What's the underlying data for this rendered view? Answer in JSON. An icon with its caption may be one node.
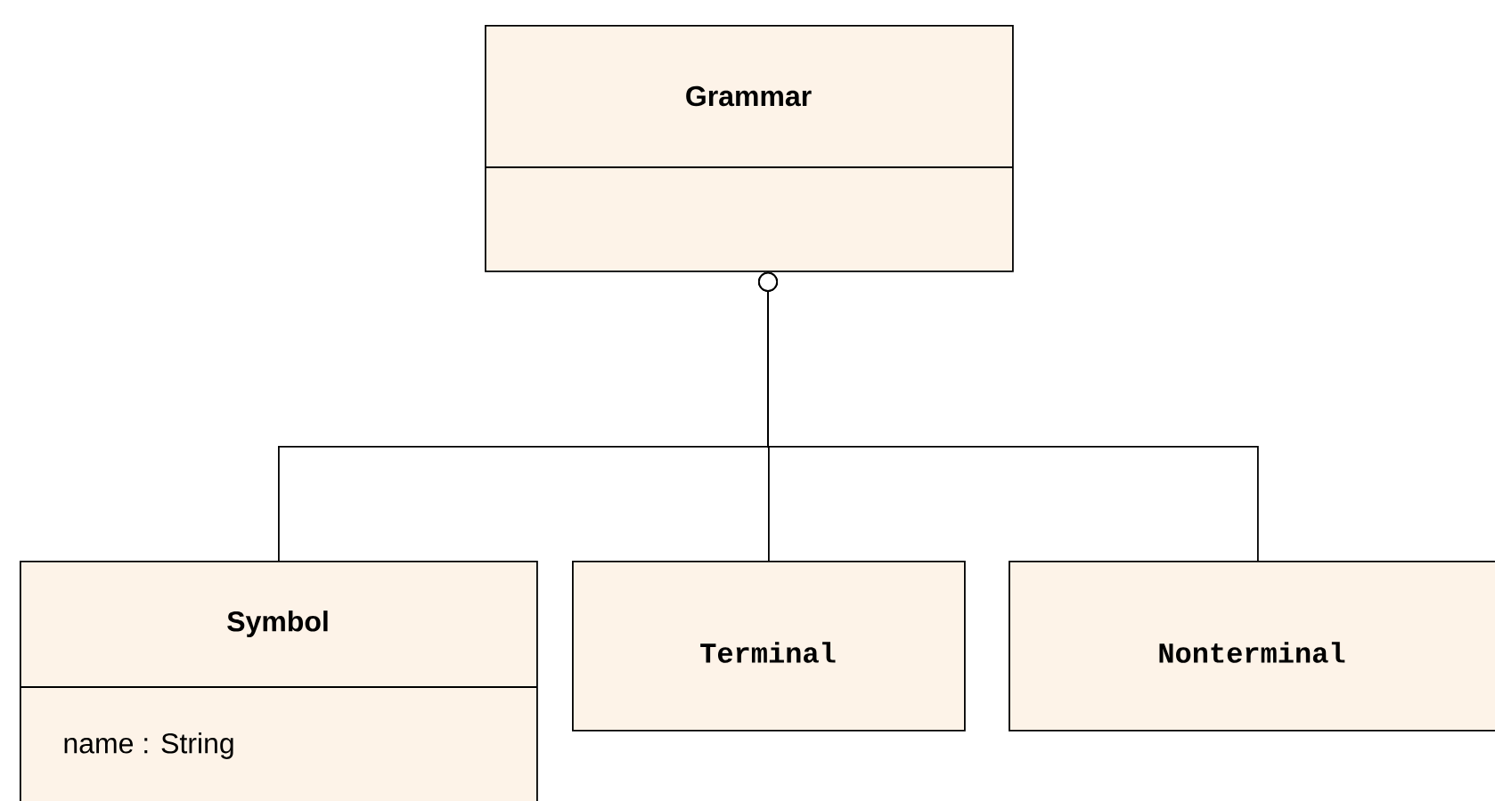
{
  "diagram": {
    "nodes": [
      {
        "text": [
          "Grammar"
        ]
      },
      {
        "text": [
          "Symbol",
          "name : String"
        ]
      },
      {
        "text": [
          "Terminal"
        ]
      },
      {
        "text": [
          "Nonterminal"
        ]
      }
    ],
    "edges": [
      {
        "from": 0,
        "to": 1,
        "arrow": "other"
      },
      {
        "from": 0,
        "to": 2,
        "arrow": "other"
      },
      {
        "from": 0,
        "to": 3,
        "arrow": "other"
      }
    ]
  }
}
